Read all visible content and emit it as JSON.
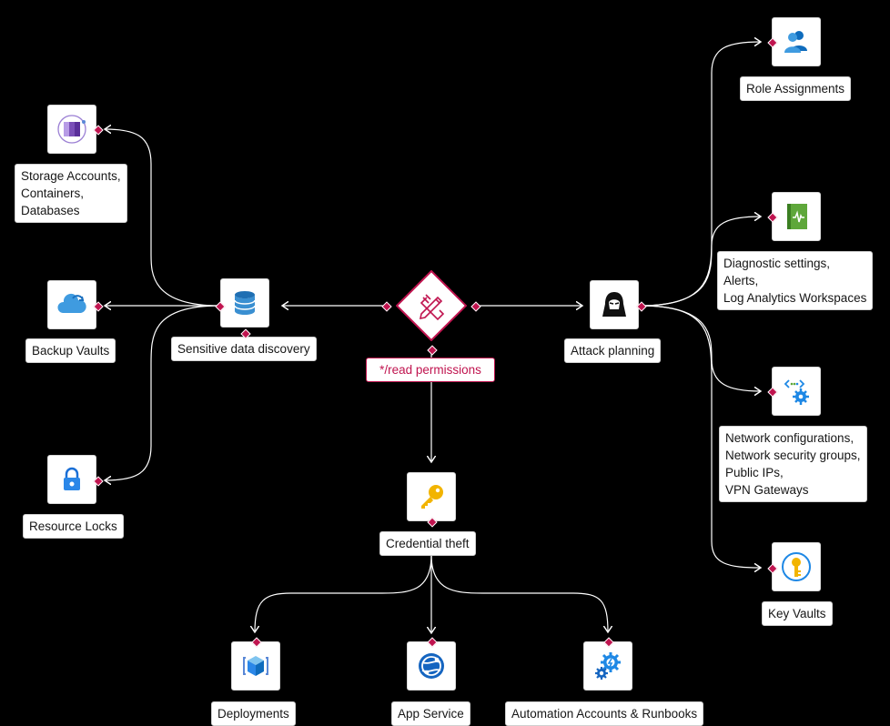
{
  "nodes": {
    "center": {
      "label": "*/read permissions",
      "icon": "pencil-ruler-icon"
    },
    "sensitive": {
      "label": "Sensitive data discovery",
      "icon": "database-icon"
    },
    "storage": {
      "lines": [
        "Storage Accounts,",
        "Containers,",
        "Databases"
      ],
      "icon": "storage-account-icon"
    },
    "backup": {
      "label": "Backup Vaults",
      "icon": "backup-cloud-icon"
    },
    "locks": {
      "label": "Resource Locks",
      "icon": "lock-icon"
    },
    "attack": {
      "label": "Attack planning",
      "icon": "hacker-icon"
    },
    "role": {
      "label": "Role Assignments",
      "icon": "users-icon"
    },
    "diag": {
      "lines": [
        "Diagnostic settings,",
        "Alerts,",
        "Log Analytics Workspaces"
      ],
      "icon": "diagnostic-book-icon"
    },
    "network": {
      "lines": [
        "Network configurations,",
        "Network security groups,",
        "Public IPs,",
        "VPN Gateways"
      ],
      "icon": "network-gear-icon"
    },
    "keyvaults": {
      "label": "Key Vaults",
      "icon": "key-vault-icon"
    },
    "cred": {
      "label": "Credential theft",
      "icon": "key-icon"
    },
    "deploy": {
      "label": "Deployments",
      "icon": "deployment-cube-icon"
    },
    "appsvc": {
      "label": "App Service",
      "icon": "app-service-globe-icon"
    },
    "automation": {
      "label": "Automation Accounts & Runbooks",
      "icon": "automation-gear-icon"
    }
  },
  "colors": {
    "accent": "#c0144f",
    "background": "#000000",
    "line": "#ffffff",
    "azure_blue": "#0078d4",
    "key_yellow": "#f2b400",
    "green": "#5ea73a"
  }
}
